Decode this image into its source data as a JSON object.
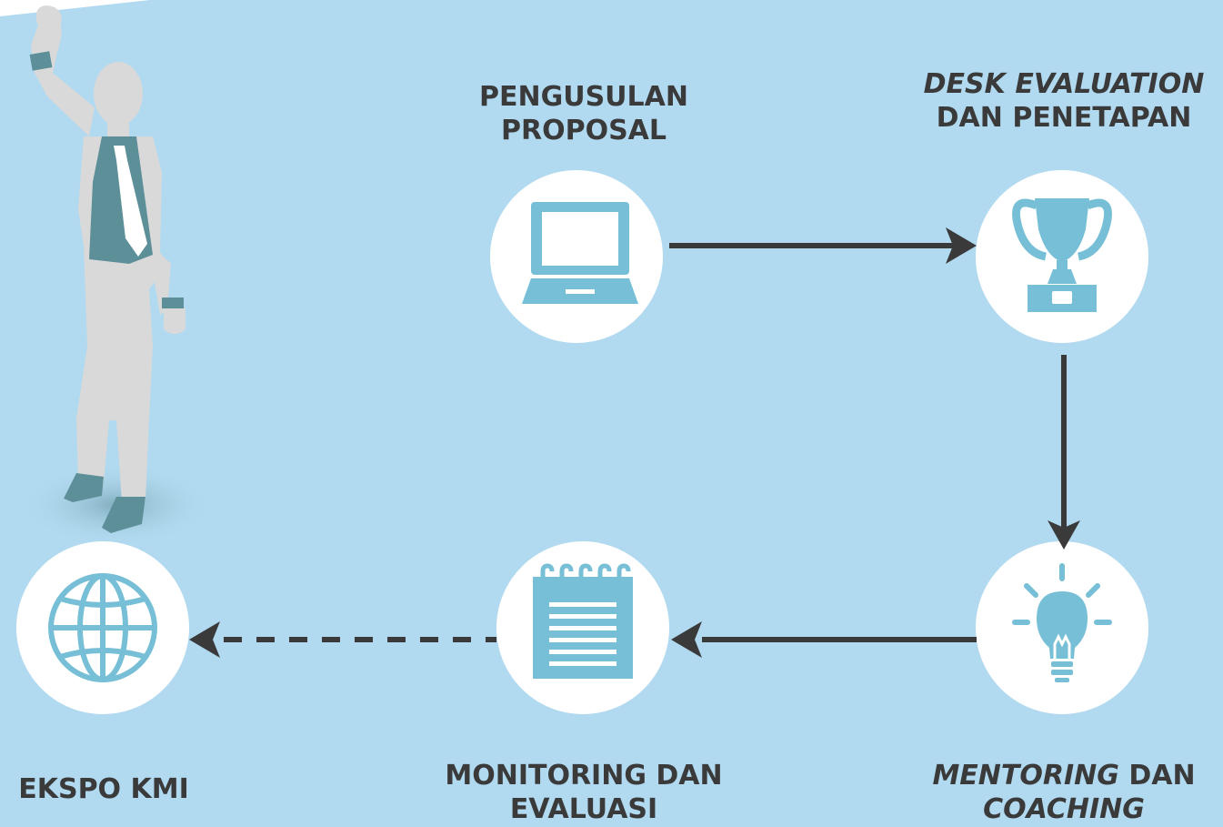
{
  "steps": {
    "pengusulan": {
      "line1": "PENGUSULAN",
      "line2": "PROPOSAL",
      "icon": "laptop-icon"
    },
    "desk": {
      "line1_italic": "DESK EVALUATION",
      "line2": "DAN PENETAPAN",
      "icon": "trophy-icon"
    },
    "mentoring": {
      "line1_italic": "MENTORING",
      "line1_rest": " DAN",
      "line2_italic": "COACHING",
      "icon": "lightbulb-icon"
    },
    "monitoring": {
      "line1": "MONITORING DAN",
      "line2": "EVALUASI",
      "icon": "notepad-icon"
    },
    "ekspo": {
      "line1": "EKSPO KMI",
      "icon": "globe-icon"
    }
  },
  "colors": {
    "background": "#b1d9ef",
    "circle": "#ffffff",
    "icon": "#76bfd6",
    "arrow": "#3a3a3b",
    "text": "#3a3a3b",
    "person_suit": "#d9d9d9",
    "person_shirt": "#5d8f99"
  }
}
